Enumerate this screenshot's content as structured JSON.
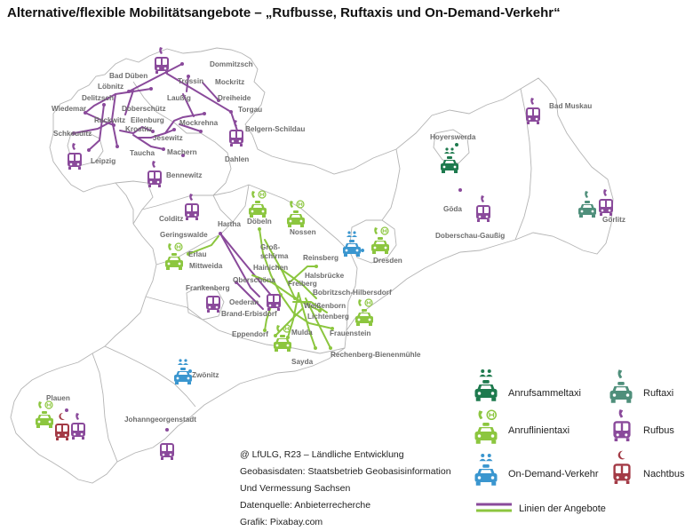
{
  "title": "Alternative/flexible Mobilitätsangebote – „Rufbusse, Ruftaxis und On-Demand-Verkehr“",
  "colors": {
    "rufbus": "#8a4a9b",
    "anrufsammeltaxi": "#1e7a4e",
    "ruftaxi": "#4f8f7b",
    "anruflinientaxi": "#8cc63f",
    "on_demand": "#3a96cf",
    "nachtbus": "#a33a45"
  },
  "places": {
    "bad_dueben": "Bad Düben",
    "dommitzsch": "Dommitzsch",
    "loebnitz": "Löbnitz",
    "trossin": "Trossin",
    "mockritz": "Mockritz",
    "delitzsch": "Delitzsch",
    "laussig": "Laußig",
    "dreiheide": "Dreiheide",
    "wiedemar": "Wiedemar",
    "doberschuetz": "Doberschütz",
    "torgau": "Torgau",
    "rackwitz": "Rackwitz",
    "eilenburg": "Eilenburg",
    "mockrehna": "Mockrehna",
    "krostitz": "Krostitz",
    "belgern": "Belgern-Schildau",
    "schkeuditz": "Schkeuditz",
    "jesewitz": "Jesewitz",
    "taucha": "Taucha",
    "machern": "Machern",
    "dahlen": "Dahlen",
    "leipzig": "Leipzig",
    "bennewitz": "Bennewitz",
    "bad_muskau": "Bad Muskau",
    "hoyerswerda": "Hoyerswerda",
    "colditz": "Colditz",
    "doebeln": "Döbeln",
    "hartha": "Hartha",
    "goeda": "Göda",
    "goerlitz": "Görlitz",
    "geringswalde": "Geringswalde",
    "nossen": "Nossen",
    "doberschau": "Doberschau-Gaußig",
    "gross_schirma": "Groß-\nschirma",
    "erlau": "Erlau",
    "mittweida": "Mittweida",
    "dresden": "Dresden",
    "reinsberg": "Reinsberg",
    "hainichen": "Hainichen",
    "halsbruecke": "Halsbrücke",
    "oberschoena": "Oberschöna",
    "freiberg": "Freiberg",
    "frankenberg": "Frankenberg",
    "bobritzsch": "Bobritzsch-Hilbersdorf",
    "oederan": "Oederan",
    "weissenborn": "Weißenborn",
    "brand_erbisdorf": "Brand-Erbisdorf",
    "lichtenberg": "Lichtenberg",
    "eppendorf": "Eppendorf",
    "mulda": "Mulda",
    "frauenstein": "Frauenstein",
    "sayda": "Sayda",
    "rechenberg": "Rechenberg-Bienenmühle",
    "zwoenitz": "Zwönitz",
    "plauen": "Plauen",
    "johanngeorgenstadt": "Johanngeorgenstadt"
  },
  "legend": {
    "anrufsammeltaxi": "Anrufsammeltaxi",
    "ruftaxi": "Ruftaxi",
    "anruflinientaxi": "Anruflinientaxi",
    "rufbus": "Rufbus",
    "on_demand": "On-Demand-Verkehr",
    "nachtbus": "Nachtbus",
    "lines": "Linien der Angebote"
  },
  "credits": [
    "@ LfULG, R23 – Ländliche Entwicklung",
    "Geobasisdaten: Staatsbetrieb Geobasisinformation",
    "Und Vermessung Sachsen",
    "Datenquelle: Anbieterrecherche",
    "Grafik: Pixabay.com"
  ]
}
